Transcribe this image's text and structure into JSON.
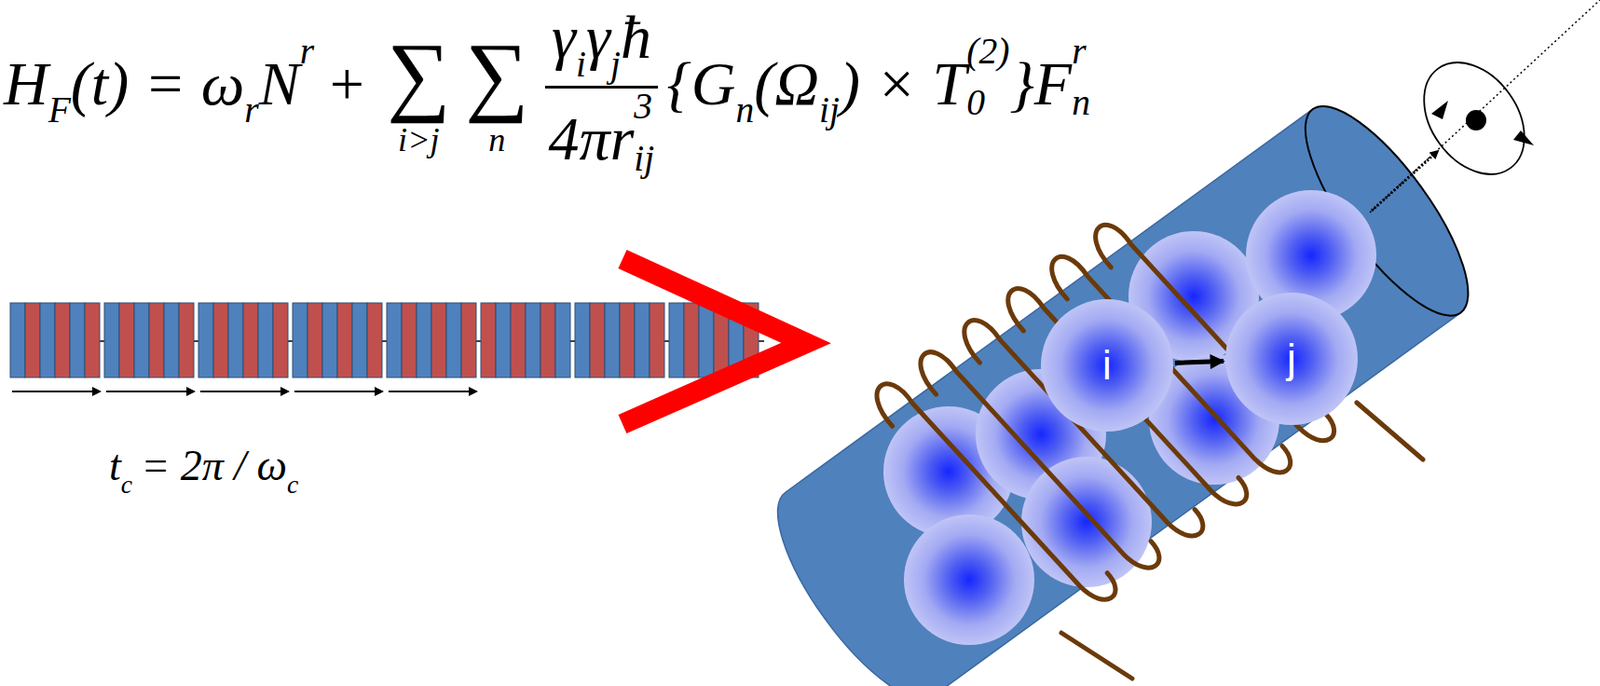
{
  "diagram": {
    "nodes": [
      {
        "text": [
          "i"
        ]
      },
      {
        "text": [
          "j"
        ]
      }
    ],
    "edges": [
      {
        "from": 0,
        "to": 1,
        "arrow": "to"
      }
    ],
    "labels": [
      "H",
      "F",
      "(t) = ω",
      "r",
      "N",
      "r",
      "+",
      "∑",
      "i>j",
      "∑",
      "n",
      "γ",
      "i",
      "γ",
      "j",
      "ħ",
      "4πr",
      "ij",
      "3",
      "{G",
      "n",
      "(Ω",
      "ij",
      ") × T",
      "0",
      "(2)",
      "}F",
      "n",
      "r",
      "t",
      "c",
      "= 2π / ω",
      "c"
    ]
  }
}
